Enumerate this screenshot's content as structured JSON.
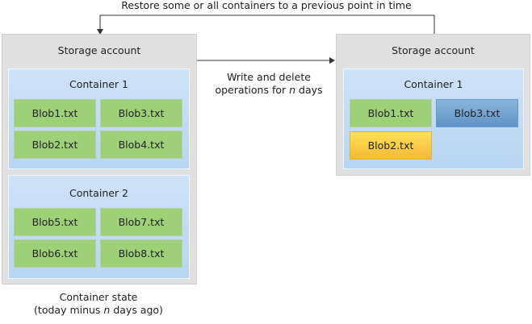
{
  "top_arrow_label": "Restore some or all containers to a previous point in time",
  "middle_arrow_label": {
    "line1": "Write and delete",
    "line2_prefix": "operations for ",
    "line2_var": "n",
    "line2_suffix": " days"
  },
  "left": {
    "account_label": "Storage account",
    "containers": [
      {
        "label": "Container 1",
        "blobs": [
          "Blob1.txt",
          "Blob3.txt",
          "Blob2.txt",
          "Blob4.txt"
        ]
      },
      {
        "label": "Container 2",
        "blobs": [
          "Blob5.txt",
          "Blob7.txt",
          "Blob6.txt",
          "Blob8.txt"
        ]
      }
    ],
    "caption": {
      "line1": "Container state",
      "line2_prefix": "(today minus ",
      "line2_var": "n",
      "line2_suffix": " days ago)"
    }
  },
  "right": {
    "account_label": "Storage account",
    "container": {
      "label": "Container 1",
      "blobs": [
        "Blob1.txt",
        "Blob3.txt",
        "Blob2.txt"
      ]
    }
  },
  "colors": {
    "unchanged": "#9ecf79",
    "modified": "#6f9fcf",
    "new": "#fcd54c",
    "account": "#e0e0e0",
    "container": "#c5ddf5"
  }
}
